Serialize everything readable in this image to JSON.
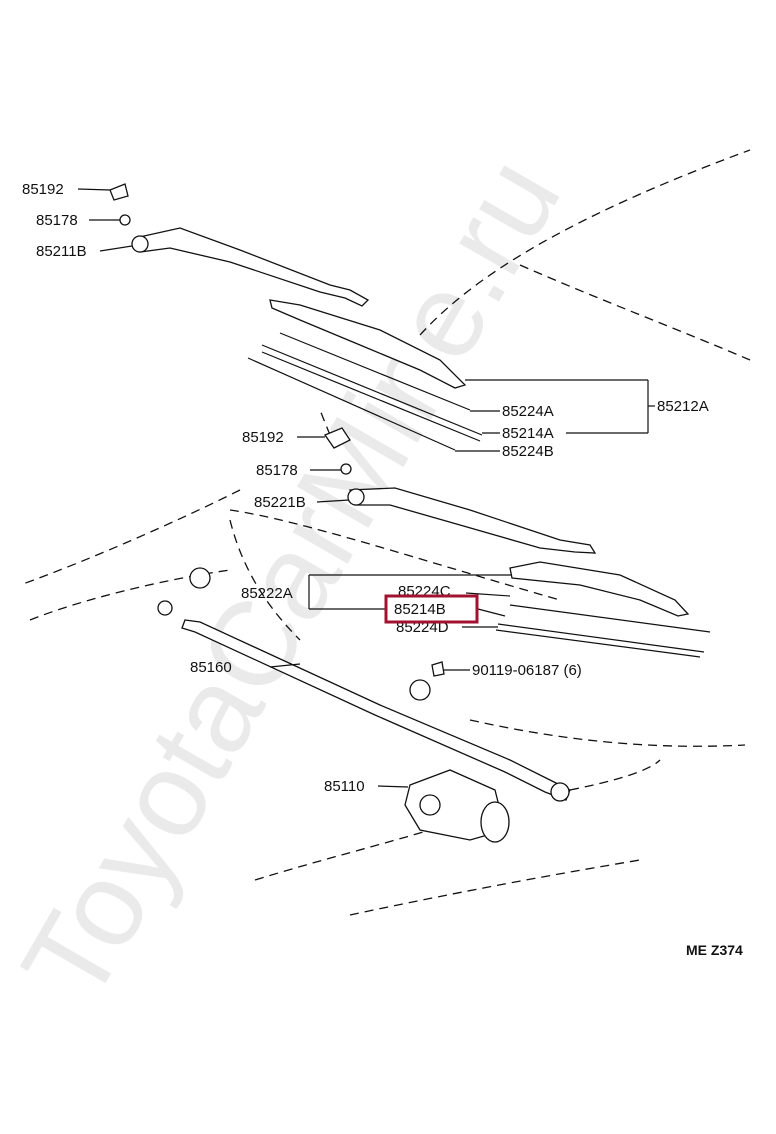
{
  "diagram": {
    "diagram_code": "ME  Z374",
    "watermark": "ToyotaCarMine.ru",
    "highlighted_part": "85214B",
    "highlight_color": "#a0122f",
    "labels": {
      "cap_front": "85192",
      "nut_front": "85178",
      "arm_front": "85211B",
      "blade_front": "85212A",
      "insert_front_upper": "85224A",
      "rubber_front": "85214A",
      "insert_front_lower": "85224B",
      "cap_rear": "85192",
      "nut_rear": "85178",
      "arm_rear": "85221B",
      "blade_rear": "85222A",
      "insert_rear_upper": "85224C",
      "rubber_rear": "85214B",
      "insert_rear_lower": "85224D",
      "link": "85160",
      "bolt": "90119-06187 (6)",
      "motor": "85110"
    }
  }
}
